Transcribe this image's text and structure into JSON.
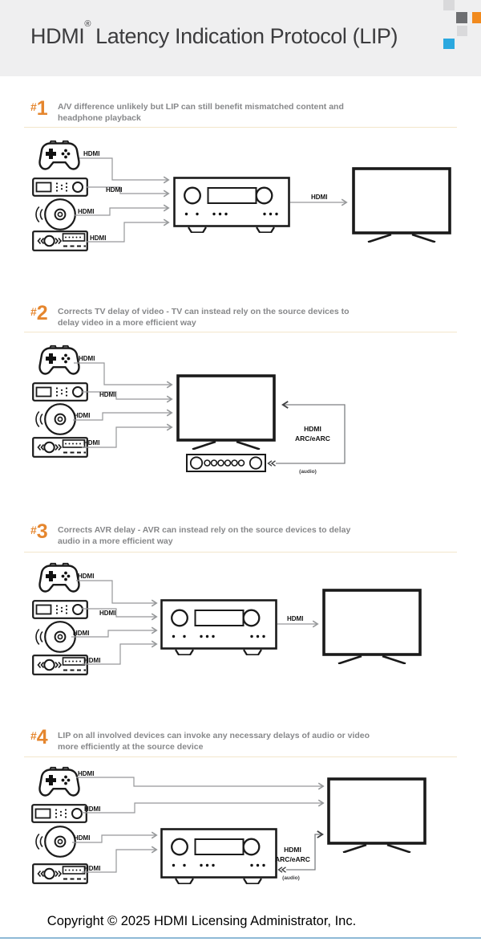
{
  "header": {
    "title_brand": "HDMI",
    "title_reg": "®",
    "title_rest": "Latency Indication Protocol (LIP)",
    "mosaic_colors": {
      "light_gray": "#d9d9db",
      "dark_gray": "#6d6e71",
      "orange": "#f18a1e",
      "blue": "#2ba8df"
    }
  },
  "sections": [
    {
      "number_hash": "#",
      "number_digit": "1",
      "desc_line1": "A/V difference unlikely but LIP can still benefit mismatched content and",
      "desc_line2": "headphone playback"
    },
    {
      "number_hash": "#",
      "number_digit": "2",
      "desc_line1": "Corrects TV delay of video - TV can instead rely on the source devices to",
      "desc_line2": "delay video in a more efficient way"
    },
    {
      "number_hash": "#",
      "number_digit": "3",
      "desc_line1": "Corrects AVR delay - AVR can instead rely on the source devices to delay",
      "desc_line2": "audio in a more efficient way"
    },
    {
      "number_hash": "#",
      "number_digit": "4",
      "desc_line1": "LIP on all involved devices can invoke any necessary delays of audio or video",
      "desc_line2": "more efficiently at the source device"
    }
  ],
  "labels": {
    "hdmi": "HDMI",
    "arc_line1": "HDMI",
    "arc_line2": "ARC/eARC",
    "audio": "(audio)"
  },
  "footer": {
    "copyright": "Copyright © 2025 HDMI Licensing Administrator, Inc."
  },
  "colors": {
    "accent_orange": "#e5862e",
    "divider": "#f3e6cb",
    "line_gray": "#96989a",
    "device_stroke": "#1a1a1a",
    "header_bg": "#efeff0"
  }
}
